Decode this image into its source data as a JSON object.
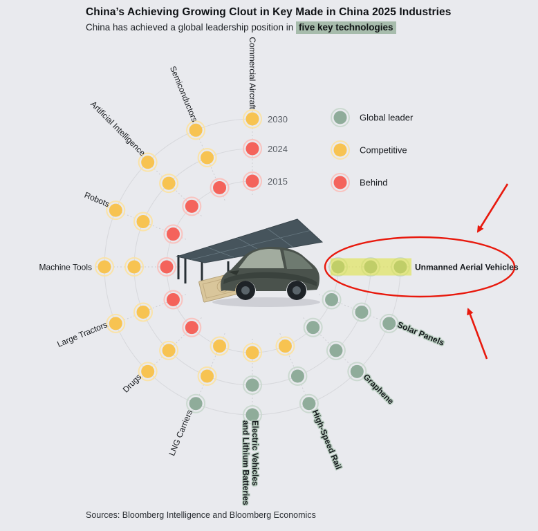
{
  "header": {
    "title": "China’s Achieving Growing Clout in Key Made in China 2025 Industries",
    "subtitle_prefix": "China has achieved a global leadership position in ",
    "subtitle_highlight": "five key technologies"
  },
  "footer": {
    "sources": "Sources: Bloomberg Intelligence and Bloomberg Economics"
  },
  "chart_data": {
    "type": "radial-status",
    "title": "China’s Achieving Growing Clout in Key Made in China 2025 Industries",
    "rings": [
      {
        "label": "2015",
        "radius": 124
      },
      {
        "label": "2024",
        "radius": 171
      },
      {
        "label": "2030",
        "radius": 214
      }
    ],
    "statuses": {
      "leader": {
        "label": "Global leader",
        "color": "#8FAC9A",
        "halo": "#CBD9D0"
      },
      "competitive": {
        "label": "Competitive",
        "color": "#F7C351",
        "halo": "#FAE3A8"
      },
      "behind": {
        "label": "Behind",
        "color": "#F4635B",
        "halo": "#F9C3BF"
      }
    },
    "legend_order": [
      "leader",
      "competitive",
      "behind"
    ],
    "industries": [
      {
        "label": "Commercial Aircraft",
        "angle": 90,
        "values": [
          "behind",
          "behind",
          "competitive"
        ],
        "bold": false
      },
      {
        "label": "Semiconductors",
        "angle": 112.5,
        "values": [
          "behind",
          "competitive",
          "competitive"
        ],
        "bold": false
      },
      {
        "label": "Artificial Intelligence",
        "angle": 135,
        "values": [
          "behind",
          "competitive",
          "competitive"
        ],
        "bold": false
      },
      {
        "label": "Robots",
        "angle": 157.5,
        "values": [
          "behind",
          "competitive",
          "competitive"
        ],
        "bold": false
      },
      {
        "label": "Machine Tools",
        "angle": 180,
        "values": [
          "behind",
          "competitive",
          "competitive"
        ],
        "bold": false
      },
      {
        "label": "Large Tractors",
        "angle": 202.5,
        "values": [
          "behind",
          "competitive",
          "competitive"
        ],
        "bold": false
      },
      {
        "label": "Drugs",
        "angle": 225,
        "values": [
          "behind",
          "competitive",
          "competitive"
        ],
        "bold": false
      },
      {
        "label": "LNG Carriers",
        "angle": 247.5,
        "values": [
          "competitive",
          "competitive",
          "leader"
        ],
        "bold": false
      },
      {
        "label": "Electric Vehicles and Lithium Batteries",
        "label_lines": [
          "Electric Vehicles",
          "and Lithium Batteries"
        ],
        "angle": 270,
        "values": [
          "competitive",
          "leader",
          "leader"
        ],
        "bold": true
      },
      {
        "label": "High-Speed Rail",
        "angle": 292.5,
        "values": [
          "competitive",
          "leader",
          "leader"
        ],
        "bold": true
      },
      {
        "label": "Graphene",
        "angle": 315,
        "values": [
          "leader",
          "leader",
          "leader"
        ],
        "bold": true
      },
      {
        "label": "Solar Panels",
        "angle": 337.5,
        "values": [
          "leader",
          "leader",
          "leader"
        ],
        "bold": true
      },
      {
        "label": "Unmanned Aerial Vehicles",
        "angle": 0,
        "values": [
          "leader",
          "leader",
          "leader"
        ],
        "bold": true,
        "annotated": true
      }
    ],
    "annotation": {
      "highlighted_industry": "Unmanned Aerial Vehicles",
      "highlight_band_color": "#DFE44A",
      "ellipse_color": "#E8190D",
      "arrow_color": "#E8190D"
    },
    "center_image": "electric-suv-under-solar-panel-canopy-with-banknote"
  }
}
